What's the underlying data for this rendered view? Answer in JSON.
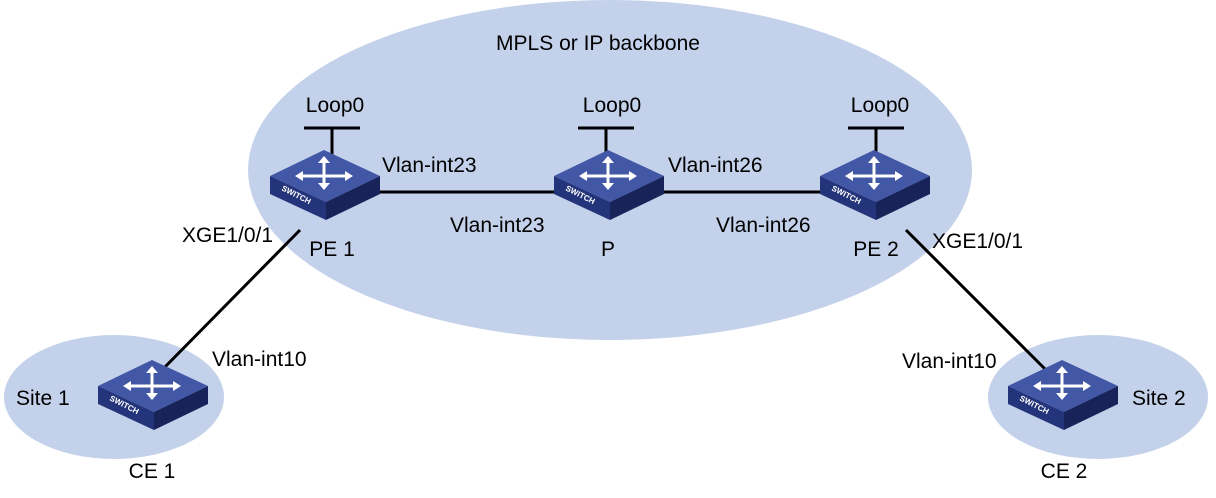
{
  "colors": {
    "cloud": "#c3d1ea",
    "switch_top": "#4257a6",
    "switch_front": "#24347a",
    "switch_side": "#18235a",
    "link": "#000000"
  },
  "backbone": {
    "label": "MPLS or IP backbone"
  },
  "sites": {
    "site1": "Site 1",
    "site2": "Site 2"
  },
  "devices": {
    "pe1": {
      "name": "PE 1",
      "loopback": "Loop0",
      "icon": "switch-icon",
      "badge": "SWITCH"
    },
    "p": {
      "name": "P",
      "loopback": "Loop0",
      "icon": "switch-icon",
      "badge": "SWITCH"
    },
    "pe2": {
      "name": "PE 2",
      "loopback": "Loop0",
      "icon": "switch-icon",
      "badge": "SWITCH"
    },
    "ce1": {
      "name": "CE 1",
      "icon": "switch-icon",
      "badge": "SWITCH"
    },
    "ce2": {
      "name": "CE 2",
      "icon": "switch-icon",
      "badge": "SWITCH"
    }
  },
  "interfaces": {
    "pe1_to_p": "Vlan-int23",
    "p_to_pe1": "Vlan-int23",
    "p_to_pe2": "Vlan-int26",
    "pe2_to_p": "Vlan-int26",
    "pe1_to_ce1": "XGE1/0/1",
    "ce1_to_pe1": "Vlan-int10",
    "pe2_to_ce2": "XGE1/0/1",
    "ce2_to_pe2": "Vlan-int10"
  }
}
